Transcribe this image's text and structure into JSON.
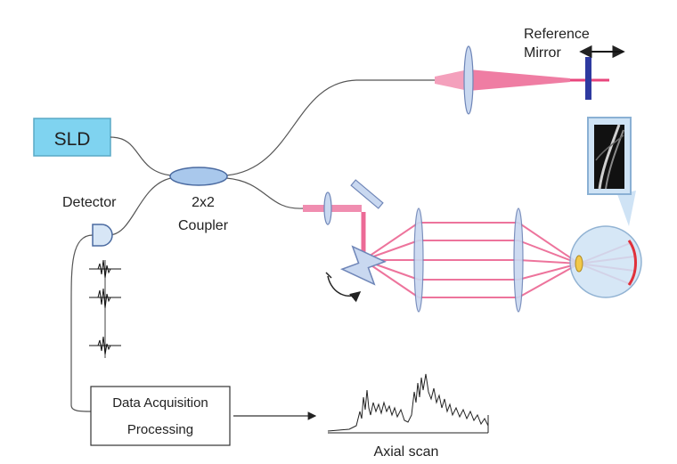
{
  "labels": {
    "sld": "SLD",
    "detector": "Detector",
    "coupler_line1": "2x2",
    "coupler_line2": "Coupler",
    "reference_line1": "Reference",
    "reference_line2": "Mirror",
    "daq_line1": "Data Acquisition",
    "daq_line2": "Processing",
    "axial_scan": "Axial scan"
  },
  "colors": {
    "sld_fill": "#7fd3f0",
    "sld_border": "#5aa9c6",
    "beam": "#e8467c",
    "lens_fill": "#c9d8f0",
    "lens_stroke": "#6f86b8",
    "mirror": "#2e3aa0",
    "eye_fill": "#cfe3f5",
    "retina": "#e0303a",
    "eye_lens": "#f2c84a",
    "fiber": "#555555"
  },
  "icons": {
    "reference_arrow": "double-arrow-icon",
    "rotation_arrow": "rotation-arrow-icon",
    "retina_image": "oct-bscan-icon",
    "eye": "eye-icon"
  }
}
